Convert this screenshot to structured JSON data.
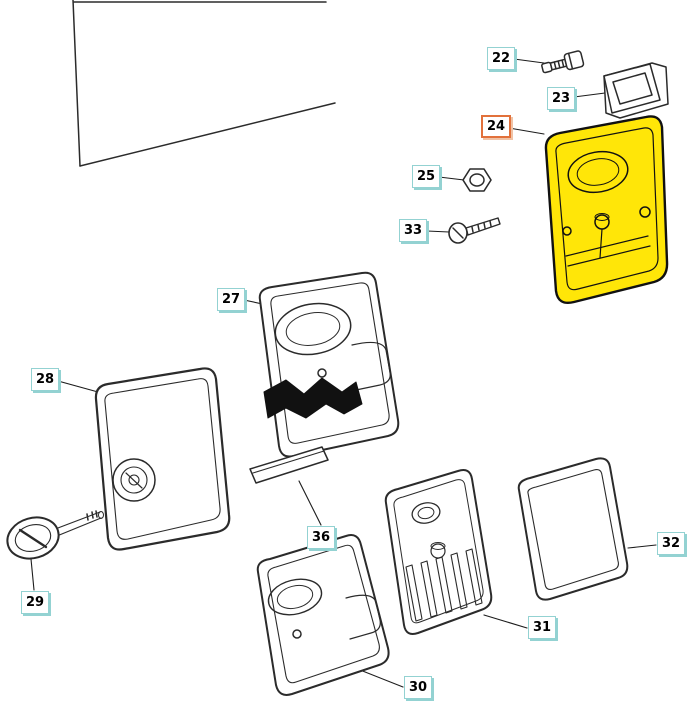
{
  "diagram": {
    "selected_label": "24",
    "colors": {
      "highlight_fill": "#ffe608",
      "line_color": "#2b2b2b",
      "label_border": "#93d2d2",
      "selected_label_border": "#e2713b",
      "background": "#ffffff"
    },
    "labels": [
      {
        "id": "22",
        "selected": false
      },
      {
        "id": "23",
        "selected": false
      },
      {
        "id": "24",
        "selected": true
      },
      {
        "id": "25",
        "selected": false
      },
      {
        "id": "33",
        "selected": false
      },
      {
        "id": "27",
        "selected": false
      },
      {
        "id": "28",
        "selected": false
      },
      {
        "id": "29",
        "selected": false
      },
      {
        "id": "36",
        "selected": false
      },
      {
        "id": "30",
        "selected": false
      },
      {
        "id": "31",
        "selected": false
      },
      {
        "id": "32",
        "selected": false
      }
    ]
  }
}
